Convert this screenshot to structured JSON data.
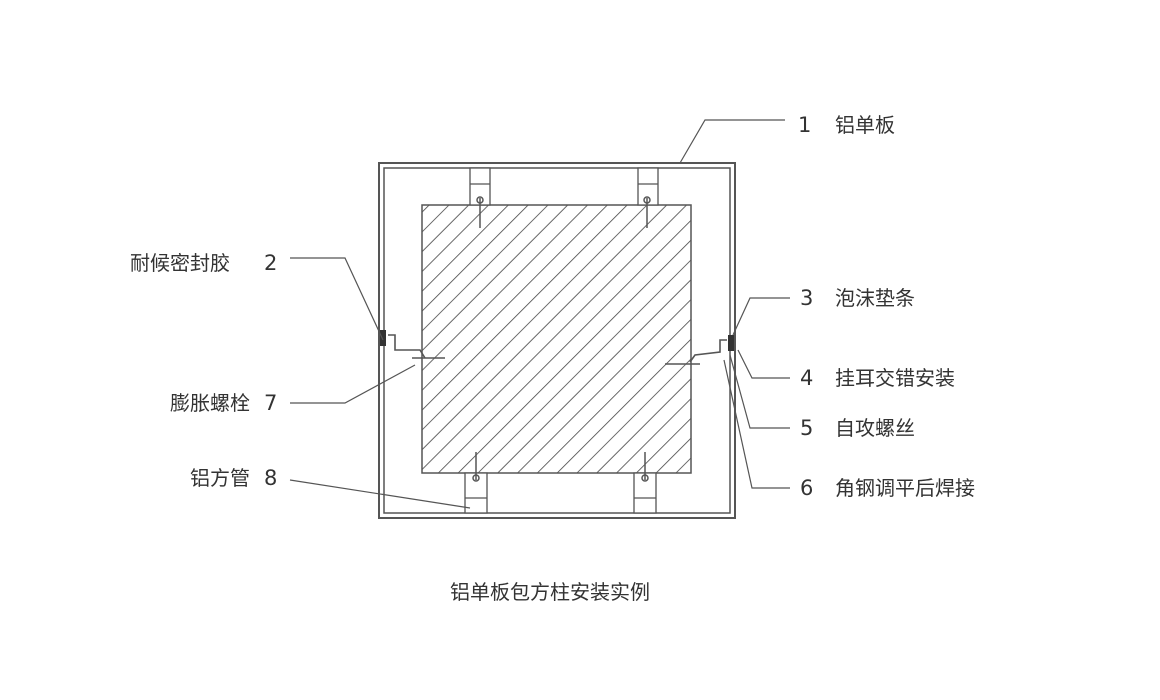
{
  "caption": "铝单板包方柱安装实例",
  "callouts": [
    {
      "num": "1",
      "text": "铝单板"
    },
    {
      "num": "2",
      "text": "耐候密封胶"
    },
    {
      "num": "3",
      "text": "泡沫垫条"
    },
    {
      "num": "4",
      "text": "挂耳交错安装"
    },
    {
      "num": "5",
      "text": "自攻螺丝"
    },
    {
      "num": "6",
      "text": "角钢调平后焊接"
    },
    {
      "num": "7",
      "text": "膨胀螺栓"
    },
    {
      "num": "8",
      "text": "铝方管"
    }
  ],
  "colors": {
    "line": "#555555",
    "text": "#333333"
  }
}
